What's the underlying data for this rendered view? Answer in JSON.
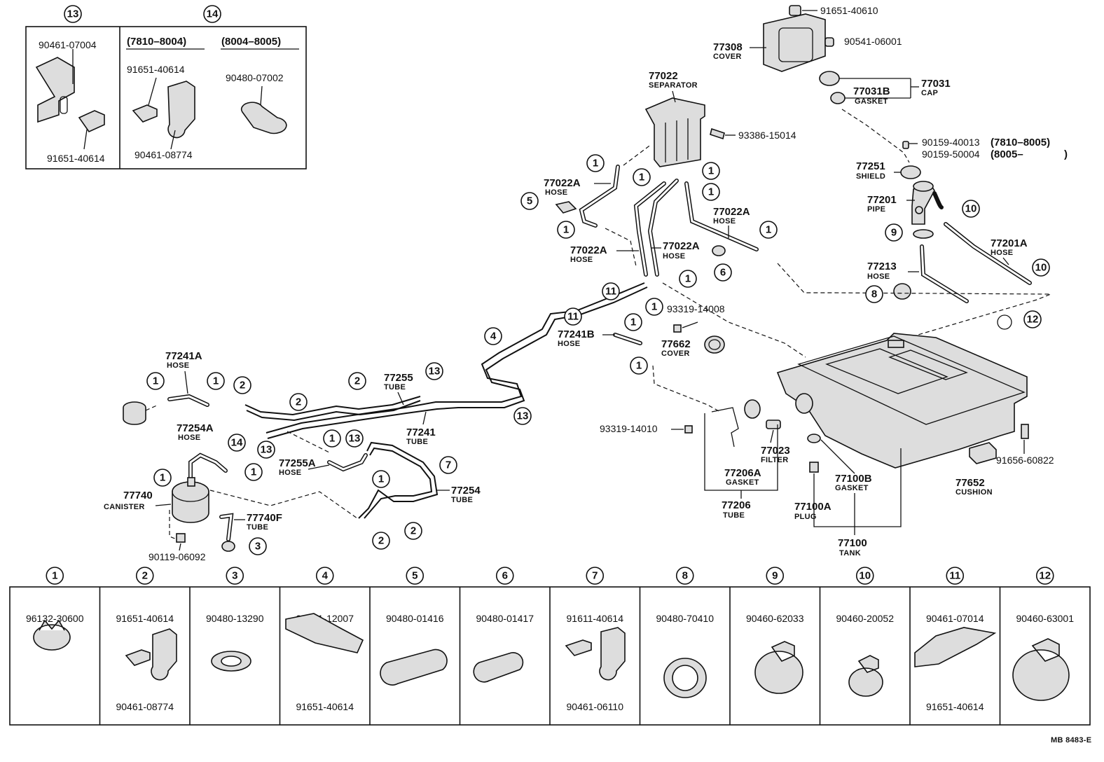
{
  "inset_box": {
    "c13": "13",
    "c14": "14",
    "p1": "90461-07004",
    "p2": "91651-40614",
    "range_a": "(7810–8004)",
    "range_b": "(8004–8005)",
    "p3": "91651-40614",
    "p4": "90461-08774",
    "p5": "90480-07002"
  },
  "top_right": {
    "p91651_40610": "91651-40610",
    "n77308": "77308",
    "cover": "COVER",
    "p90541": "90541-06001",
    "n77031": "77031",
    "cap": "CAP",
    "n77031b": "77031B",
    "gasket": "GASKET",
    "n77022": "77022",
    "separator": "SEPARATOR",
    "p93386": "93386-15014",
    "p90159a": "90159-40013",
    "range_a": "(7810–8005)",
    "p90159b": "90159-50004",
    "range_b": "(8005–",
    "range_b_end": ")",
    "n77251": "77251",
    "shield": "SHIELD",
    "n77201": "77201",
    "pipe": "PIPE",
    "n77201a": "77201A",
    "hose": "HOSE",
    "n77213": "77213",
    "hose2": "HOSE"
  },
  "middle": {
    "n77022a_1": "77022A",
    "hose_1": "HOSE",
    "n77022a_2": "77022A",
    "hose_2": "HOSE",
    "n77022a_3": "77022A",
    "hose_3": "HOSE",
    "n77022a_4": "77022A",
    "hose_4": "HOSE",
    "p93319_14008": "93319-14008",
    "n77241b": "77241B",
    "hose_5": "HOSE",
    "n77662": "77662",
    "cover": "COVER",
    "p93319_14010": "93319-14010",
    "n77023": "77023",
    "filter": "FILTER",
    "n77206a": "77206A",
    "gasket": "GASKET",
    "n77206": "77206",
    "tube": "TUBE",
    "n77100b": "77100B",
    "gasket2": "GASKET",
    "n77100a": "77100A",
    "plug": "PLUG",
    "n77100": "77100",
    "tank": "TANK",
    "n77652": "77652",
    "cushion": "CUSHION",
    "p91656": "91656-60822"
  },
  "left": {
    "n77241a": "77241A",
    "hose_a": "HOSE",
    "n77255": "77255",
    "tube_a": "TUBE",
    "n77241": "77241",
    "tube_b": "TUBE",
    "n77254a": "77254A",
    "hose_b": "HOSE",
    "n77255a": "77255A",
    "hose_c": "HOSE",
    "n77740": "77740",
    "canister": "CANISTER",
    "n77740f": "77740F",
    "tube_c": "TUBE",
    "n77254": "77254",
    "tube_d": "TUBE",
    "p90119": "90119-06092"
  },
  "legend": [
    {
      "num": "1",
      "parts": [
        "96132-30600"
      ]
    },
    {
      "num": "2",
      "parts": [
        "91651-40614",
        "90461-08774"
      ]
    },
    {
      "num": "3",
      "parts": [
        "90480-13290"
      ]
    },
    {
      "num": "4",
      "parts": [
        "90461-12007",
        "91651-40614"
      ]
    },
    {
      "num": "5",
      "parts": [
        "90480-01416"
      ]
    },
    {
      "num": "6",
      "parts": [
        "90480-01417"
      ]
    },
    {
      "num": "7",
      "parts": [
        "91611-40614",
        "90461-06110"
      ]
    },
    {
      "num": "8",
      "parts": [
        "90480-70410"
      ]
    },
    {
      "num": "9",
      "parts": [
        "90460-62033"
      ]
    },
    {
      "num": "10",
      "parts": [
        "90460-20052"
      ]
    },
    {
      "num": "11",
      "parts": [
        "90461-07014",
        "91651-40614"
      ]
    },
    {
      "num": "12",
      "parts": [
        "90460-63001"
      ]
    }
  ],
  "footer_code": "MB 8483-E"
}
